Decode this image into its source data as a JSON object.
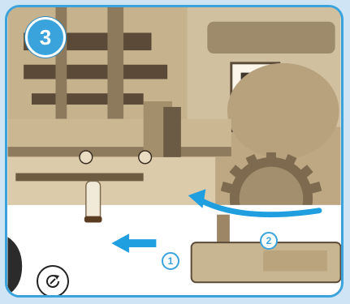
{
  "step": {
    "number": "3"
  },
  "callouts": [
    {
      "label": "1"
    },
    {
      "label": "2"
    }
  ],
  "icons": {
    "rotate": "rotate-icon",
    "gauge_symbols": [
      "gauge-symbol-icon",
      "gauge-symbol-icon"
    ]
  },
  "colors": {
    "accent": "#3aa3dc",
    "wood": "#c2ab86",
    "wood_dark": "#6a5841",
    "arrow": "#1f9ee0"
  }
}
